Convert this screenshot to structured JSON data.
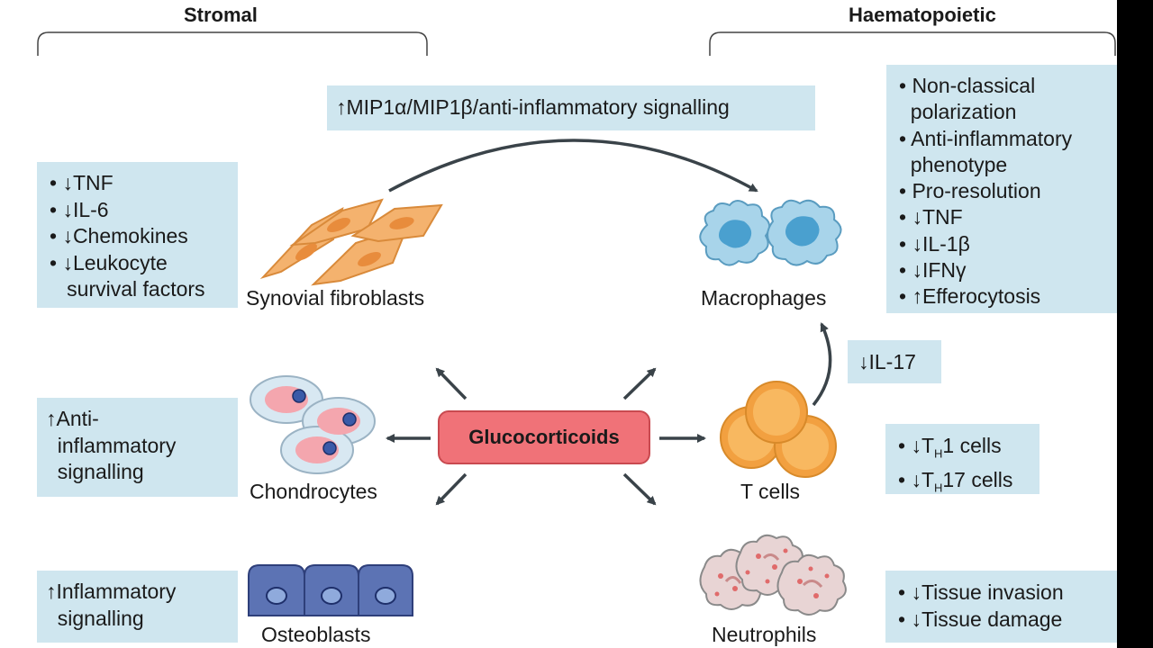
{
  "headings": {
    "stromal": "Stromal",
    "haematopoietic": "Haematopoietic"
  },
  "center": {
    "label": "Glucocorticoids"
  },
  "top_effect": "↑MIP1α/MIP1β/anti-inflammatory signalling",
  "cells": {
    "fibroblasts": "Synovial fibroblasts",
    "chondrocytes": "Chondrocytes",
    "osteoblasts": "Osteoblasts",
    "macrophages": "Macrophages",
    "tcells": "T cells",
    "neutrophils": "Neutrophils"
  },
  "effects": {
    "fibroblasts": [
      "• ↓TNF",
      "• ↓IL-6",
      "• ↓Chemokines",
      "• ↓Leukocyte",
      "   survival factors"
    ],
    "chondrocytes": [
      "↑Anti-",
      "  inflammatory",
      "  signalling"
    ],
    "osteoblasts": [
      "↑Inflammatory",
      "  signalling"
    ],
    "macrophages": [
      "• Non-classical",
      "  polarization",
      "• Anti-inflammatory",
      "  phenotype",
      "• Pro-resolution",
      "• ↓TNF",
      "• ↓IL-1β",
      "• ↓IFNγ",
      "• ↑Efferocytosis"
    ],
    "il17": "↓IL-17",
    "tcells": [
      {
        "prefix": "• ↓T",
        "sub": "H",
        "suffix": "1 cells"
      },
      {
        "prefix": "• ↓T",
        "sub": "H",
        "suffix": "17 cells"
      }
    ],
    "neutrophils": [
      "• ↓Tissue invasion",
      "• ↓Tissue damage"
    ]
  },
  "colors": {
    "box": "#cfe6ef",
    "glucocorticoid": "#f07278",
    "fibroblast": "#f4b26e",
    "chondrocyte": "#d8e8f2",
    "osteoblast": "#5c73b4",
    "macrophage": "#a8d4ea",
    "tcell": "#f2a040",
    "neutrophil": "#e8d4d4"
  },
  "icons": [
    "arrow-icon",
    "bracket-icon"
  ]
}
